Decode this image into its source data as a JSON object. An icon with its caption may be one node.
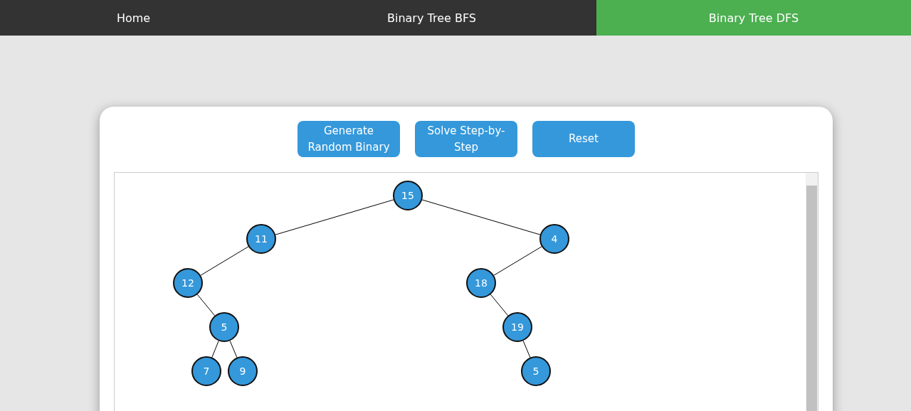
{
  "diagram": {
    "nodes": [
      {
        "text": [
          "15"
        ]
      },
      {
        "text": [
          "11"
        ]
      },
      {
        "text": [
          "4"
        ]
      },
      {
        "text": [
          "12"
        ]
      },
      {
        "text": [
          "18"
        ]
      },
      {
        "text": [
          "5"
        ]
      },
      {
        "text": [
          "19"
        ]
      },
      {
        "text": [
          "7"
        ]
      },
      {
        "text": [
          "9"
        ]
      },
      {
        "text": [
          "5"
        ]
      }
    ],
    "edges": [
      {
        "from": 0,
        "to": 1,
        "arrow": "none"
      },
      {
        "from": 0,
        "to": 2,
        "arrow": "none"
      },
      {
        "from": 1,
        "to": 3,
        "arrow": "none"
      },
      {
        "from": 2,
        "to": 4,
        "arrow": "none"
      },
      {
        "from": 3,
        "to": 5,
        "arrow": "none"
      },
      {
        "from": 4,
        "to": 6,
        "arrow": "none"
      },
      {
        "from": 5,
        "to": 7,
        "arrow": "none"
      },
      {
        "from": 5,
        "to": 8,
        "arrow": "none"
      },
      {
        "from": 6,
        "to": 9,
        "arrow": "none"
      }
    ],
    "labels": [
      "Home",
      "Binary Tree BFS",
      "Binary Tree DFS",
      "Generate Random Binary",
      "Solve Step-by-Step",
      "Reset"
    ]
  }
}
